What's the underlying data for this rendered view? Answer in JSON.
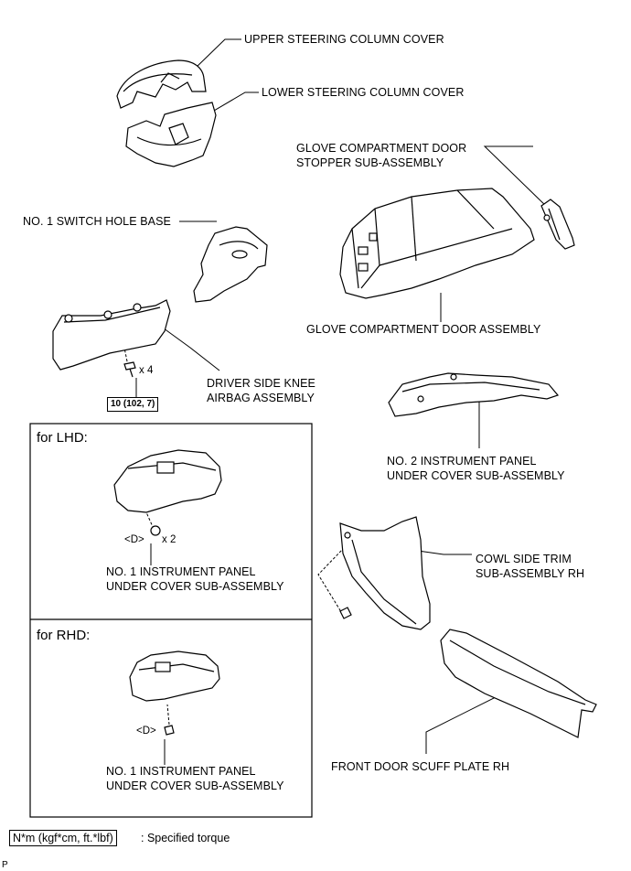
{
  "labels": {
    "upper_cover": "UPPER STEERING COLUMN COVER",
    "lower_cover": "LOWER STEERING COLUMN COVER",
    "glove_stopper": "GLOVE COMPARTMENT DOOR\nSTOPPER SUB-ASSEMBLY",
    "switch_hole_base": "NO. 1 SWITCH HOLE BASE",
    "glove_door": "GLOVE COMPARTMENT DOOR ASSEMBLY",
    "knee_airbag": "DRIVER SIDE KNEE\nAIRBAG ASSEMBLY",
    "bolt_qty": "x 4",
    "torque": "10 (102, 7)",
    "no2_under_cover": "NO. 2 INSTRUMENT PANEL\nUNDER COVER SUB-ASSEMBLY",
    "lhd_title": "for LHD:",
    "lhd_clip_d": "<D>",
    "lhd_clip_qty": "x 2",
    "lhd_part": "NO. 1 INSTRUMENT PANEL\nUNDER COVER SUB-ASSEMBLY",
    "cowl_trim": "COWL SIDE TRIM\nSUB-ASSEMBLY RH",
    "rhd_title": "for RHD:",
    "rhd_clip_d": "<D>",
    "rhd_part": "NO. 1 INSTRUMENT PANEL\nUNDER COVER SUB-ASSEMBLY",
    "scuff_plate": "FRONT DOOR SCUFF PLATE RH"
  },
  "legend": {
    "unit_box": "N*m (kgf*cm, ft.*lbf)",
    "unit_text": ": Specified torque"
  },
  "footer": {
    "mark": "P"
  },
  "icons": [
    "upper-steering-column-cover-drawing",
    "lower-steering-column-cover-drawing",
    "glove-compartment-door-stopper-drawing",
    "switch-hole-base-drawing",
    "glove-compartment-door-drawing",
    "driver-knee-airbag-drawing",
    "bolt-icon",
    "no2-under-cover-drawing",
    "lhd-under-cover-drawing",
    "clip-icon",
    "cowl-side-trim-drawing",
    "rhd-under-cover-drawing",
    "scuff-plate-drawing"
  ]
}
